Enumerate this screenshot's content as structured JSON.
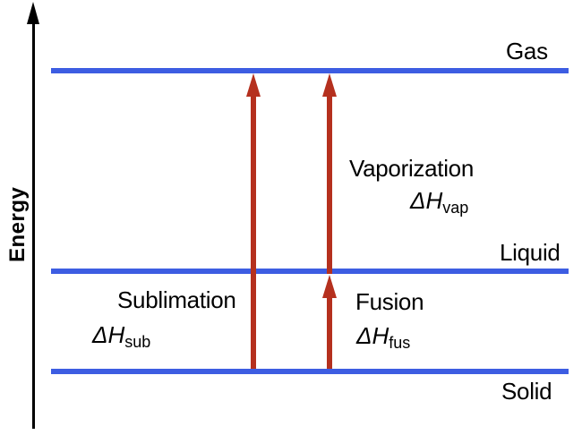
{
  "figure": {
    "background": "#ffffff",
    "axis": {
      "label": "Energy"
    },
    "levels": [
      {
        "name": "Gas"
      },
      {
        "name": "Liquid"
      },
      {
        "name": "Solid"
      }
    ],
    "transitions": [
      {
        "name": "Sublimation",
        "enthalpy_symbol": "ΔH",
        "enthalpy_subscript": "sub"
      },
      {
        "name": "Vaporization",
        "enthalpy_symbol": "ΔH",
        "enthalpy_subscript": "vap"
      },
      {
        "name": "Fusion",
        "enthalpy_symbol": "ΔH",
        "enthalpy_subscript": "fus"
      }
    ],
    "colors": {
      "level_line": "#3D5DE2",
      "arrow": "#B5301E",
      "axis": "#000000",
      "text": "#000000"
    }
  }
}
